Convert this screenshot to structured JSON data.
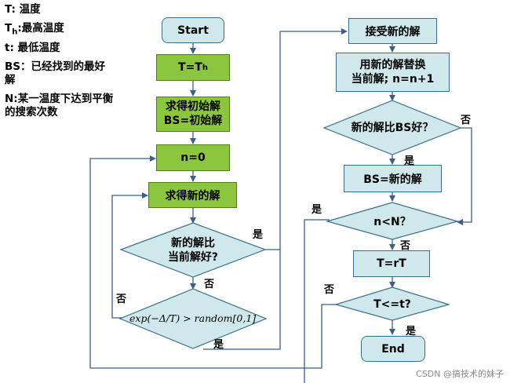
{
  "legend": {
    "t_label": "T: 温度",
    "th_label_main": "T",
    "th_label_sub": "h",
    "th_label_rest": ":最高温度",
    "tmin_label": "t: 最低温度",
    "bs_label": "BS：已经找到的最好解",
    "n_label": "N:某一温度下达到平衡的搜索次数"
  },
  "nodes": {
    "start": "Start",
    "set_t_main": "T=T",
    "set_t_sub": "h",
    "init_line1": "求得初始解",
    "init_line2": "BS=初始解",
    "n_zero": "n=0",
    "get_new": "求得新的解",
    "decision_better_line1": "新的解比",
    "decision_better_line2": "当前解好?",
    "formula": "exp(−Δ/T) > random[0,1]",
    "accept": "接受新的解",
    "replace_line1": "用新的解替换",
    "replace_line2": "当前解; n=n+1",
    "decision_bs": "新的解比BS好？",
    "bs_assign": "BS=新的解",
    "decision_n": "n<N？",
    "t_update": "T=rT",
    "decision_t": "T<=t?",
    "end": "End"
  },
  "edge_labels": {
    "yes_better": "是",
    "no_better": "否",
    "no_formula": "否",
    "yes_formula": "是",
    "yes_bs": "是",
    "no_bs": "否",
    "yes_n": "是",
    "no_n": "否",
    "no_t": "否",
    "yes_t": "是"
  },
  "watermark": "CSDN @搞技术的妹子",
  "colors": {
    "green_fill": "#8cc63f",
    "teal_fill": "#cfe8ec",
    "arrow": "#3a5f8a"
  }
}
